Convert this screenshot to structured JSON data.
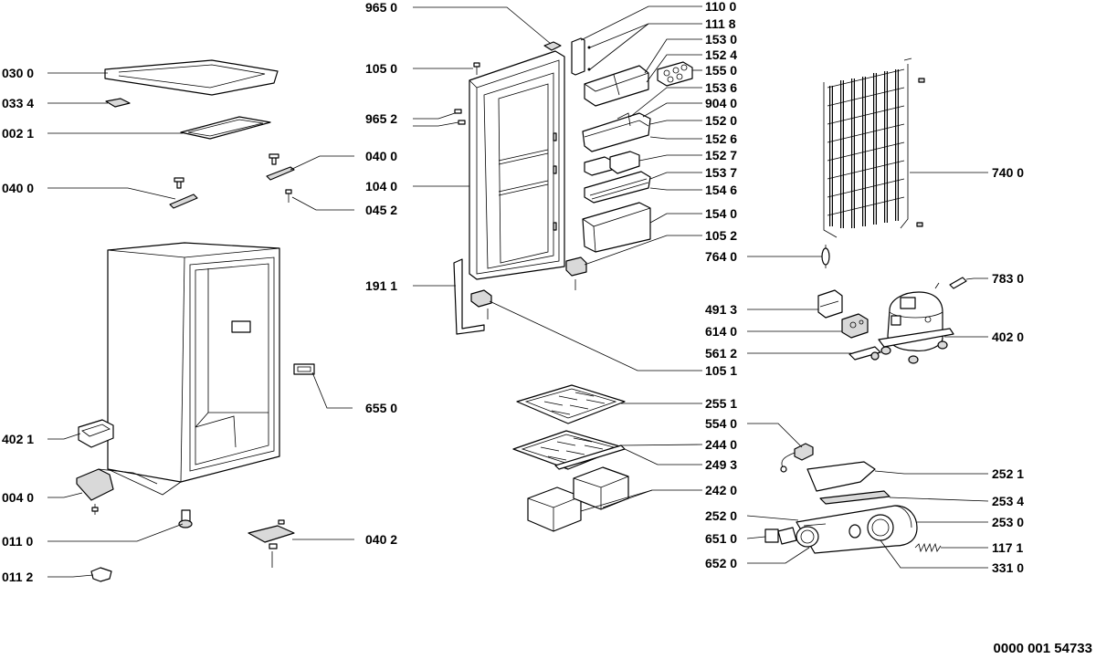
{
  "parts": [
    {
      "id": "p0300",
      "label": "030 0"
    },
    {
      "id": "p0334",
      "label": "033 4"
    },
    {
      "id": "p0021",
      "label": "002 1"
    },
    {
      "id": "p0400a",
      "label": "040 0"
    },
    {
      "id": "p0400b",
      "label": "040 0"
    },
    {
      "id": "p0452",
      "label": "045 2"
    },
    {
      "id": "p6550",
      "label": "655 0"
    },
    {
      "id": "p4021",
      "label": "402 1"
    },
    {
      "id": "p0040",
      "label": "004 0"
    },
    {
      "id": "p0110",
      "label": "011 0"
    },
    {
      "id": "p0112",
      "label": "011 2"
    },
    {
      "id": "p0402",
      "label": "040 2"
    },
    {
      "id": "p9650",
      "label": "965 0"
    },
    {
      "id": "p1050",
      "label": "105 0"
    },
    {
      "id": "p9652",
      "label": "965 2"
    },
    {
      "id": "p1040",
      "label": "104 0"
    },
    {
      "id": "p1911",
      "label": "191 1"
    },
    {
      "id": "p1051",
      "label": "105 1"
    },
    {
      "id": "p1100",
      "label": "110 0"
    },
    {
      "id": "p1118",
      "label": "111 8"
    },
    {
      "id": "p1530",
      "label": "153 0"
    },
    {
      "id": "p1524",
      "label": "152 4"
    },
    {
      "id": "p1550",
      "label": "155 0"
    },
    {
      "id": "p1536",
      "label": "153 6"
    },
    {
      "id": "p9040",
      "label": "904 0"
    },
    {
      "id": "p1520",
      "label": "152 0"
    },
    {
      "id": "p1526",
      "label": "152 6"
    },
    {
      "id": "p1527",
      "label": "152 7"
    },
    {
      "id": "p1537",
      "label": "153 7"
    },
    {
      "id": "p1546",
      "label": "154 6"
    },
    {
      "id": "p1540",
      "label": "154 0"
    },
    {
      "id": "p1052",
      "label": "105 2"
    },
    {
      "id": "p7640",
      "label": "764 0"
    },
    {
      "id": "p7400",
      "label": "740 0"
    },
    {
      "id": "p7830",
      "label": "783 0"
    },
    {
      "id": "p4913",
      "label": "491 3"
    },
    {
      "id": "p6140",
      "label": "614 0"
    },
    {
      "id": "p5612",
      "label": "561 2"
    },
    {
      "id": "p4020",
      "label": "402 0"
    },
    {
      "id": "p2551",
      "label": "255 1"
    },
    {
      "id": "p5540",
      "label": "554 0"
    },
    {
      "id": "p2440",
      "label": "244 0"
    },
    {
      "id": "p2493",
      "label": "249 3"
    },
    {
      "id": "p2420",
      "label": "242 0"
    },
    {
      "id": "p2521",
      "label": "252 1"
    },
    {
      "id": "p2534",
      "label": "253 4"
    },
    {
      "id": "p2520",
      "label": "252 0"
    },
    {
      "id": "p2530",
      "label": "253 0"
    },
    {
      "id": "p6510",
      "label": "651 0"
    },
    {
      "id": "p1171",
      "label": "117 1"
    },
    {
      "id": "p6520",
      "label": "652 0"
    },
    {
      "id": "p3310",
      "label": "331 0"
    }
  ],
  "reference_number": "0000 001 54733"
}
